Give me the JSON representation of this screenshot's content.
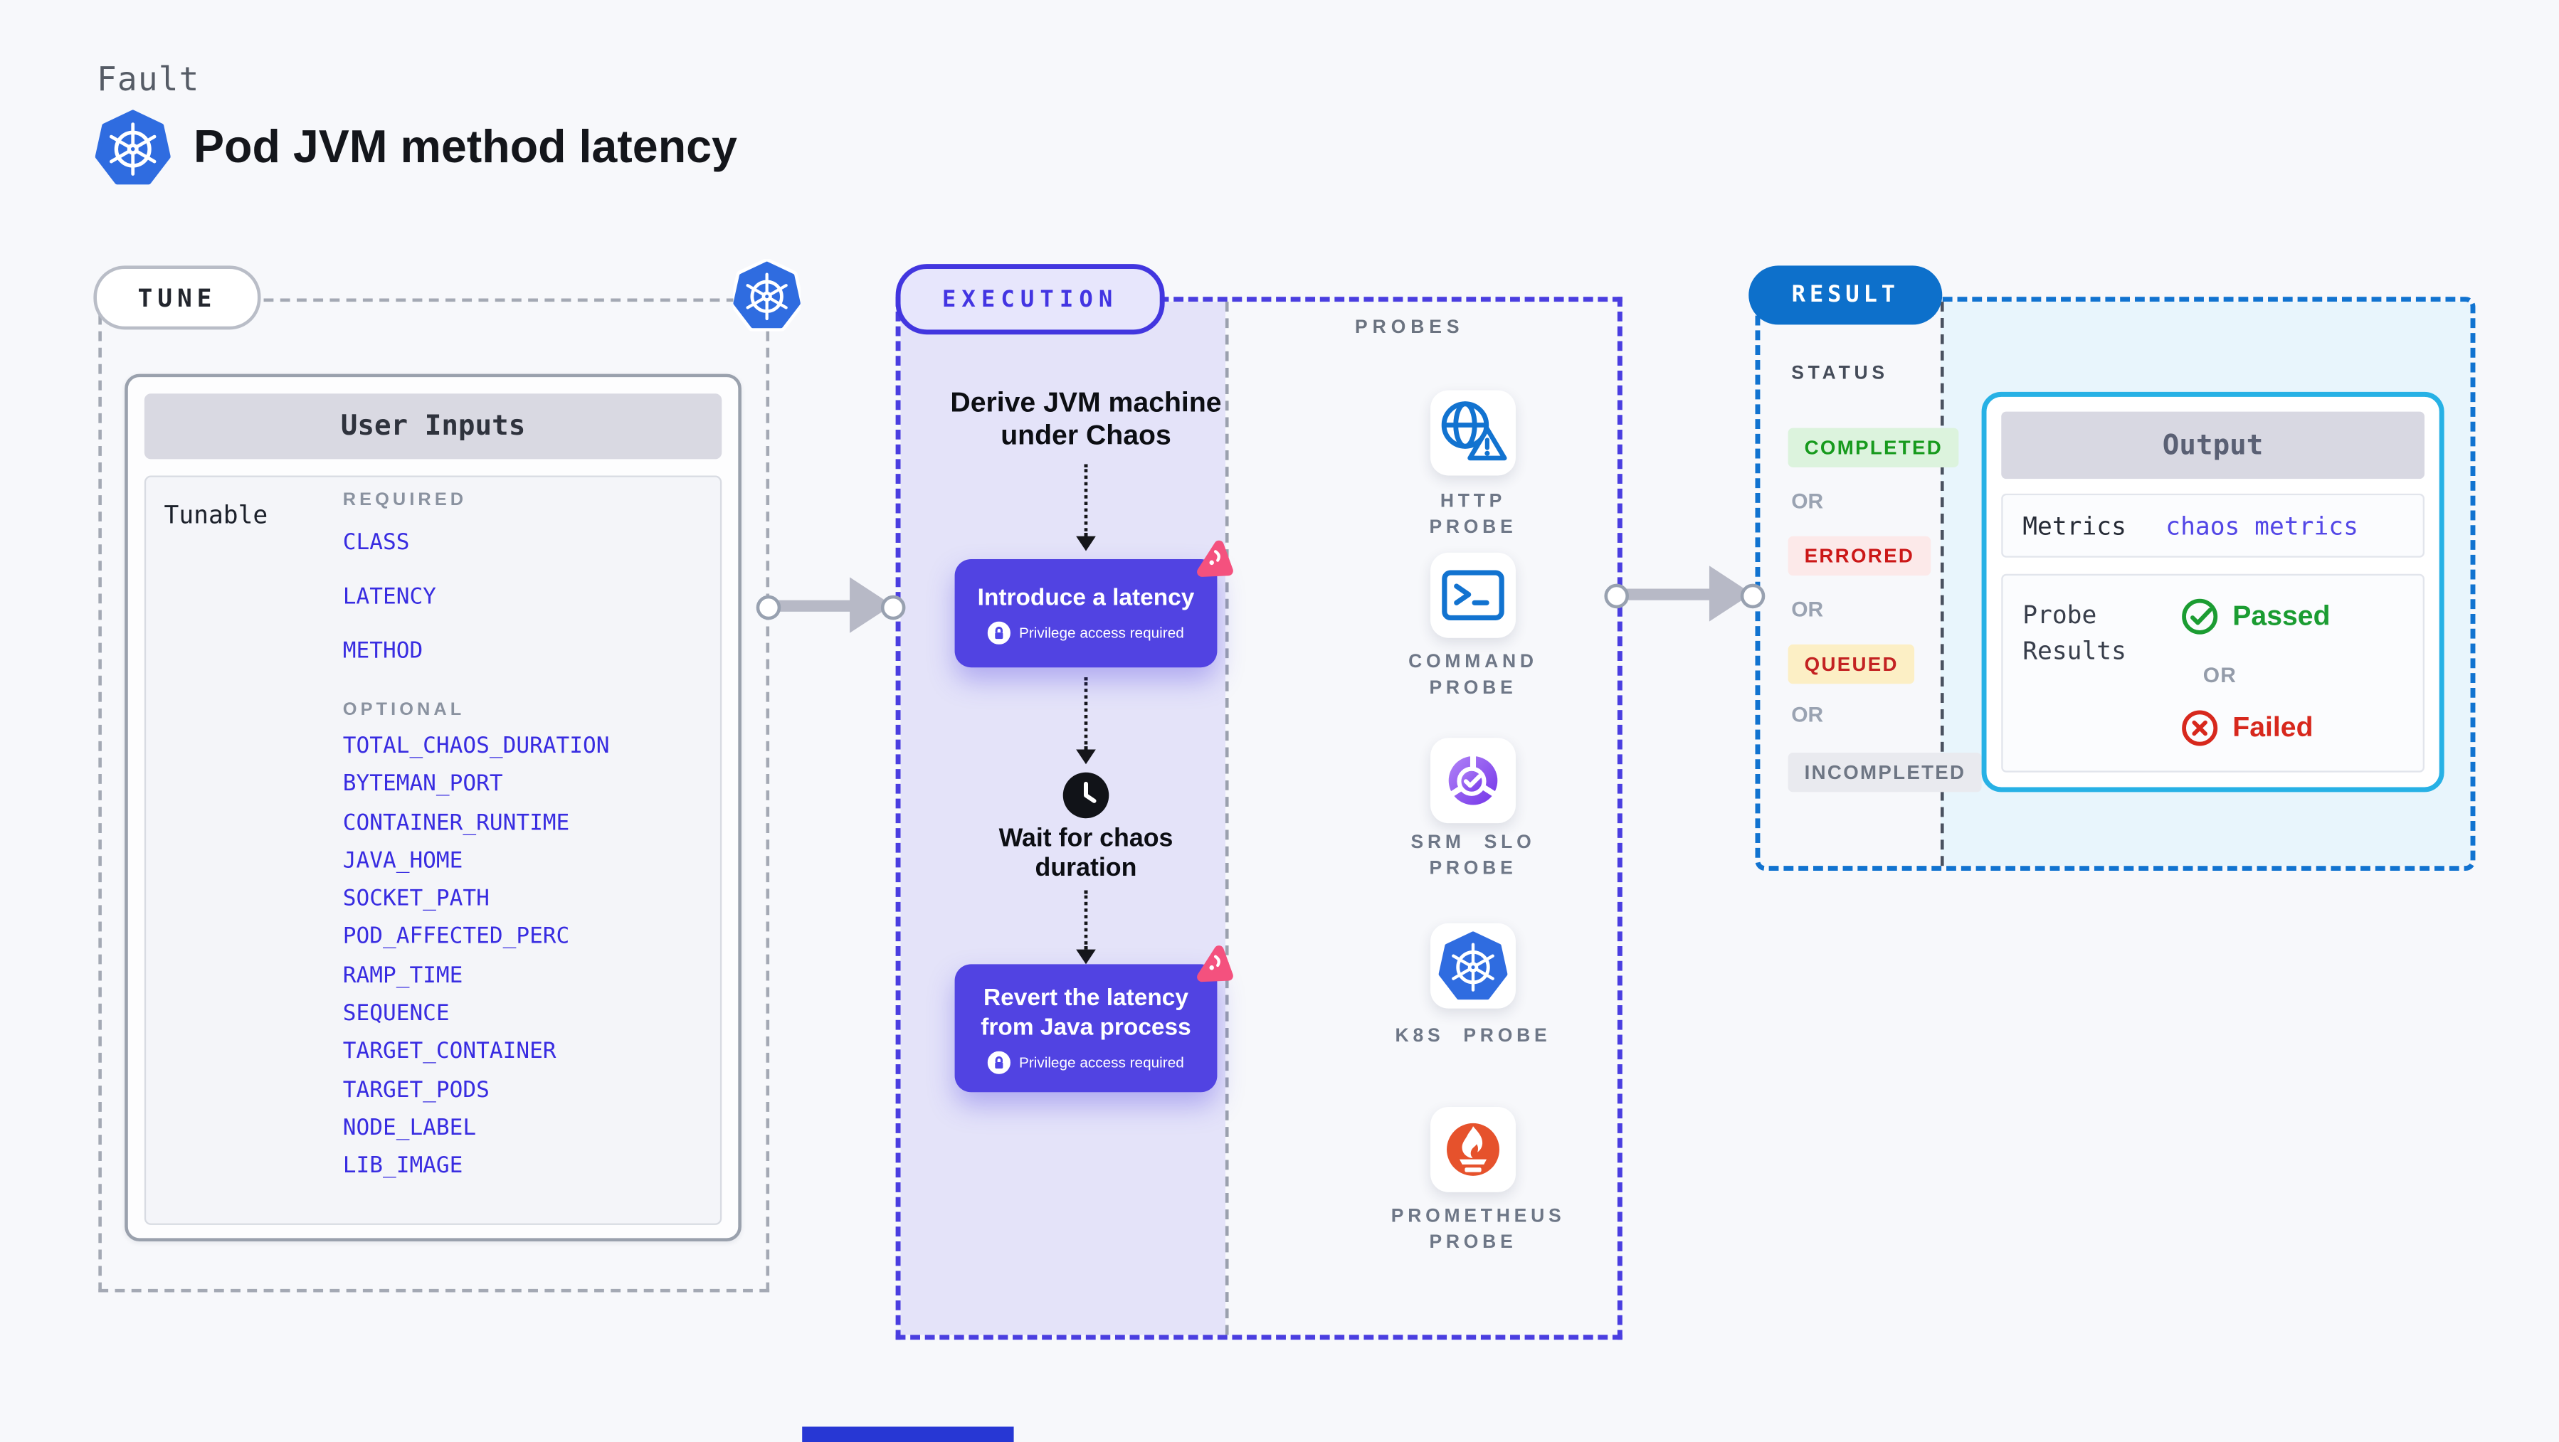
{
  "page": {
    "background": "#f7f8fb",
    "bottom_bar_color": "#2737d4"
  },
  "header": {
    "eyebrow": "Fault",
    "title": "Pod JVM method latency"
  },
  "tune": {
    "pill_label": "TUNE",
    "user_inputs_title": "User Inputs",
    "tunable_label": "Tunable",
    "required_label": "REQUIRED",
    "required_items": [
      "CLASS",
      "LATENCY",
      "METHOD"
    ],
    "optional_label": "OPTIONAL",
    "optional_items": [
      "TOTAL_CHAOS_DURATION",
      "BYTEMAN_PORT",
      "CONTAINER_RUNTIME",
      "JAVA_HOME",
      "SOCKET_PATH",
      "POD_AFFECTED_PERC",
      "RAMP_TIME",
      "SEQUENCE",
      "TARGET_CONTAINER",
      "TARGET_PODS",
      "NODE_LABEL",
      "LIB_IMAGE"
    ],
    "item_color": "#382ce1"
  },
  "execution": {
    "pill_label": "EXECUTION",
    "accent_color": "#4a3ee0",
    "panel_fill": "#e4e3f9",
    "step_derive": "Derive JVM machine under Chaos",
    "step_introduce": "Introduce a latency",
    "privilege_label": "Privilege access required",
    "step_wait": "Wait for chaos duration",
    "step_revert": "Revert the latency from Java process",
    "button_color": "#5143e2"
  },
  "probes": {
    "section_label": "PROBES",
    "items": [
      {
        "label": "HTTP PROBE",
        "icon": "globe-alert-icon"
      },
      {
        "label": "COMMAND PROBE",
        "icon": "terminal-icon"
      },
      {
        "label": "SRM SLO PROBE",
        "icon": "slo-donut-icon"
      },
      {
        "label": "K8S PROBE",
        "icon": "kubernetes-icon"
      },
      {
        "label": "PROMETHEUS PROBE",
        "icon": "prometheus-icon"
      }
    ]
  },
  "result": {
    "pill_label": "RESULT",
    "accent_color": "#1173d0",
    "status_label": "STATUS",
    "or_label": "OR",
    "statuses": [
      {
        "label": "COMPLETED",
        "bg": "#dcf3dd",
        "color": "#179a1d"
      },
      {
        "label": "ERRORED",
        "bg": "#fce9e9",
        "color": "#cb1717"
      },
      {
        "label": "QUEUED",
        "bg": "#fcefc5",
        "color": "#c32222"
      },
      {
        "label": "INCOMPLETED",
        "bg": "#e9eaef",
        "color": "#6e7684"
      }
    ],
    "output": {
      "title": "Output",
      "metrics_label": "Metrics",
      "metrics_value": "chaos metrics",
      "metrics_value_color": "#5347e6",
      "probe_results_label": "Probe Results",
      "passed_label": "Passed",
      "passed_color": "#1b9c32",
      "or_label": "OR",
      "failed_label": "Failed",
      "failed_color": "#d7281d",
      "border_color": "#27b1e5"
    }
  }
}
